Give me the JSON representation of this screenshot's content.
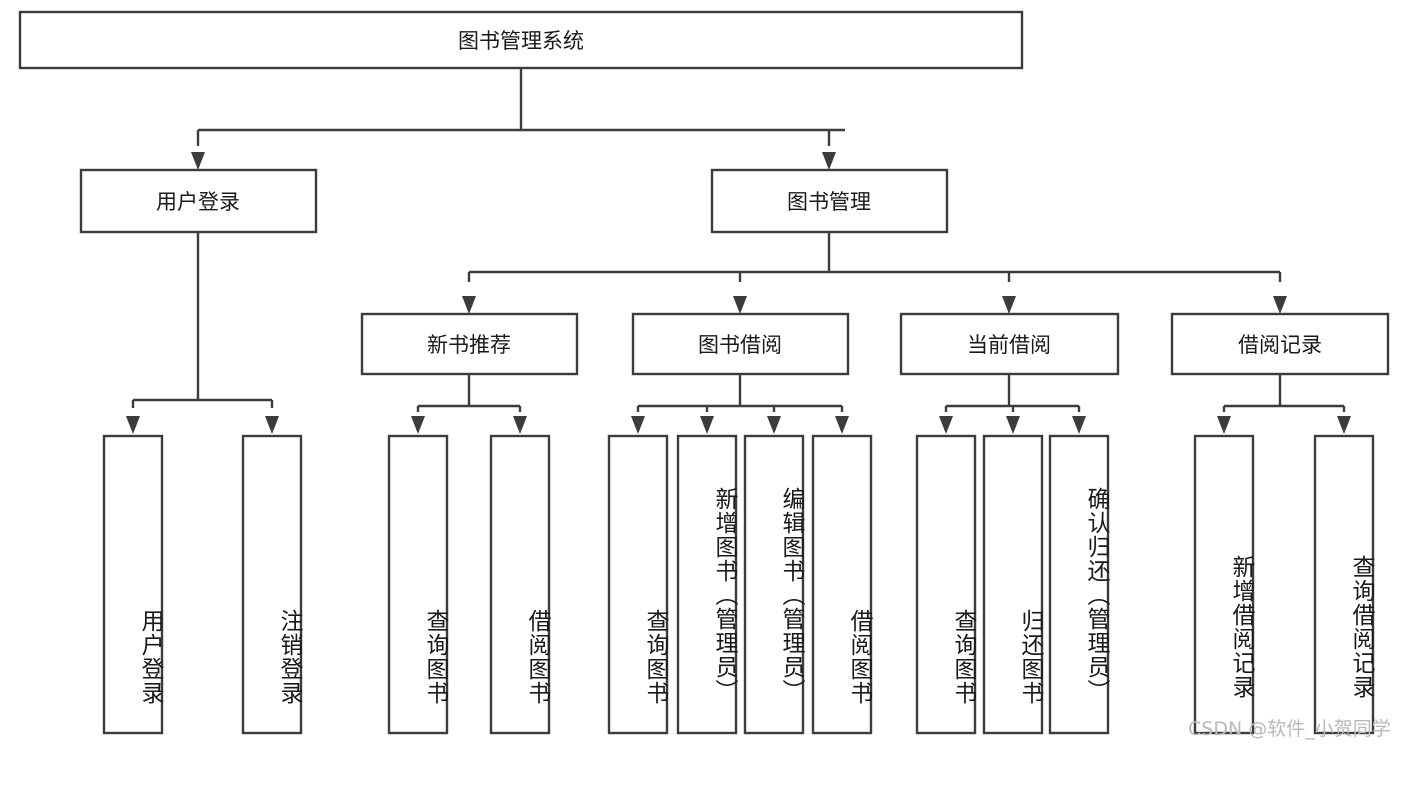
{
  "diagram": {
    "type": "tree-hierarchy",
    "title": "图书管理系统",
    "root": {
      "label": "图书管理系统"
    },
    "level2": [
      {
        "label": "用户登录"
      },
      {
        "label": "图书管理"
      }
    ],
    "level3": [
      {
        "label": "新书推荐"
      },
      {
        "label": "图书借阅"
      },
      {
        "label": "当前借阅"
      },
      {
        "label": "借阅记录"
      }
    ],
    "leaves": [
      {
        "label": "用户登录"
      },
      {
        "label": "注销登录"
      },
      {
        "label": "查询图书"
      },
      {
        "label": "借阅图书"
      },
      {
        "label": "查询图书"
      },
      {
        "label": "新增图书（管理员）"
      },
      {
        "label": "编辑图书（管理员）"
      },
      {
        "label": "借阅图书"
      },
      {
        "label": "查询图书"
      },
      {
        "label": "归还图书"
      },
      {
        "label": "确认归还（管理员）"
      },
      {
        "label": "新增借阅记录"
      },
      {
        "label": "查询借阅记录"
      }
    ],
    "colors": {
      "stroke": "#3c3c3c",
      "fill": "#ffffff",
      "text": "#1a1a1a",
      "watermark": "#b9b9b9"
    }
  },
  "watermark": {
    "text": "CSDN @软件_小贺同学"
  }
}
